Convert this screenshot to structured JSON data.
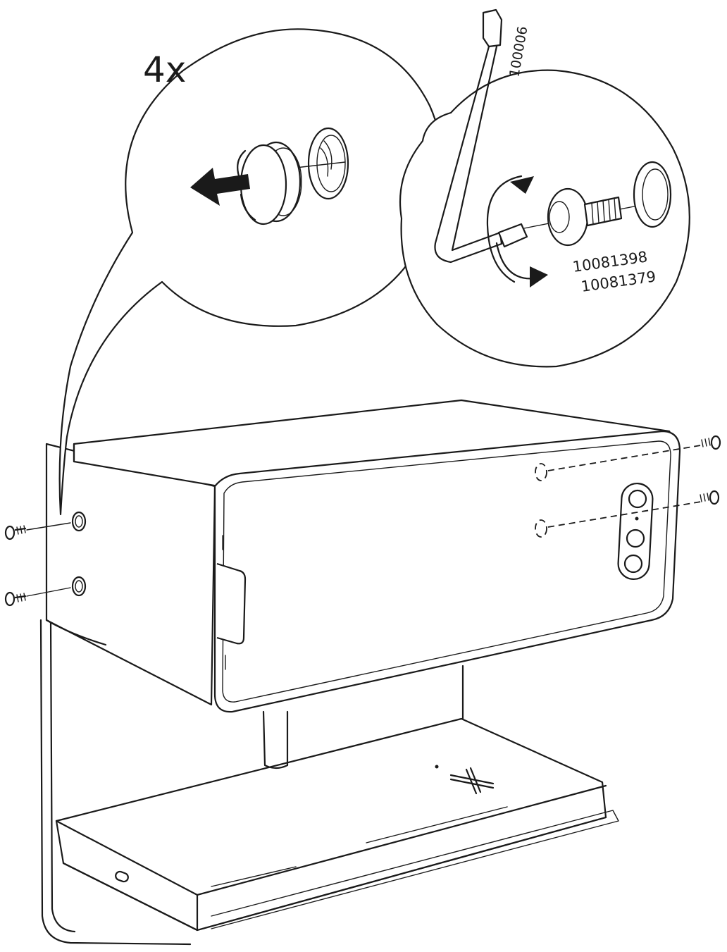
{
  "labels": {
    "quantity": "4x",
    "tool_number": "100006",
    "part_number_1": "10081398",
    "part_number_2": "10081379"
  },
  "icons": {
    "pull_arrow": "arrow-left-icon",
    "rotate_arrows": "rotate-arrows-icon",
    "wireless_charging": "cross-icon"
  }
}
